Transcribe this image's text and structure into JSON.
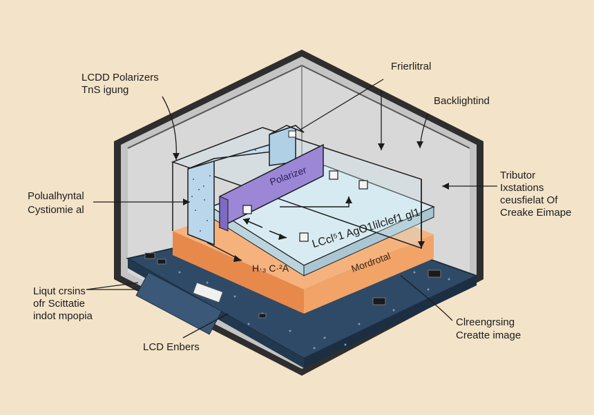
{
  "colors": {
    "background": "#f3e3c8",
    "housing_outer": "#2e2e2e",
    "housing_wall": "#c9c9c9",
    "housing_inner": "#d6d6d6",
    "circuit_board": "#2f4a66",
    "orange_layer": "#f0a064",
    "glass_layer": "#cfe2ea",
    "polarizer": "#9b87d6",
    "dotted_panel": "#b9d6ea"
  },
  "labels": {
    "top_left_polarizers": "LCDD Polarizers\nTnS igung",
    "top_center": "Frierlitral",
    "top_right_backlight": "Backlightind",
    "right_tributor": "Tributor\nIxstations\nceusfielat Of\nCreake Eimape",
    "left_polarizing": "Polualhyntal\nCystiomie al",
    "left_liquid": "Liqut crsins\nofr Scittatie\nindot mpopia",
    "bottom_left_lcd": "LCD Enbers",
    "bottom_right_cleen": "Clreengrsing\nCreatte image"
  },
  "layer_text": {
    "polarizer": "Polarizer",
    "glass_layer": "LCcl⁵1 AgO1lilclef1 gl1",
    "orange_layer": "Mordrotal",
    "small_text": "H·₃ C·²A"
  }
}
